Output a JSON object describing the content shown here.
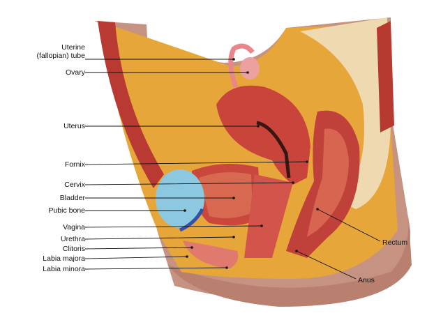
{
  "title": "Female pelvic anatomy, sagittal section",
  "labels_left": [
    {
      "id": "tube",
      "line1": "Uterine",
      "line2": "(fallopian) tube"
    },
    {
      "id": "ovary",
      "text": "Ovary"
    },
    {
      "id": "uterus",
      "text": "Uterus"
    },
    {
      "id": "fornix",
      "text": "Fornix"
    },
    {
      "id": "cervix",
      "text": "Cervix"
    },
    {
      "id": "bladder",
      "text": "Bladder"
    },
    {
      "id": "pubic",
      "text": "Pubic bone"
    },
    {
      "id": "vagina",
      "text": "Vagina"
    },
    {
      "id": "urethra",
      "text": "Urethra"
    },
    {
      "id": "clitoris",
      "text": "Clitoris"
    },
    {
      "id": "labia_majora",
      "text": "Labia majora"
    },
    {
      "id": "labia_minora",
      "text": "Labia minora"
    }
  ],
  "labels_right": [
    {
      "id": "rectum",
      "text": "Rectum"
    },
    {
      "id": "anus",
      "text": "Anus"
    }
  ],
  "colors": {
    "fat": "#e8a93a",
    "muscle": "#c0433c",
    "skin": "#c99a86",
    "bladder": "#d8453f",
    "bone": "#8cc9e0",
    "bg": "#ffffff"
  }
}
